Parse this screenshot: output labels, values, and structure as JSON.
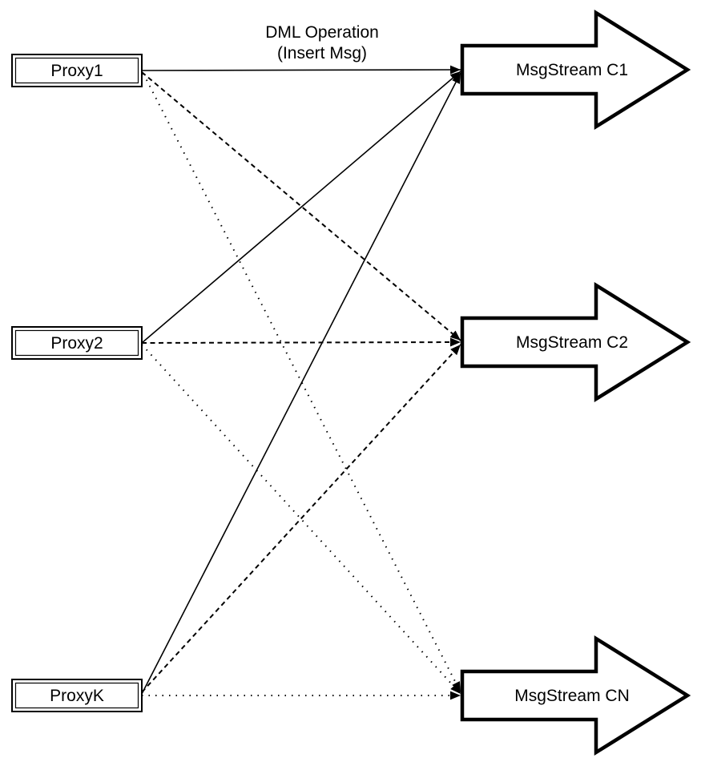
{
  "diagram": {
    "title": {
      "line1": "DML Operation",
      "line2": "(Insert Msg)"
    },
    "proxies": [
      {
        "id": "proxy1",
        "label": "Proxy1"
      },
      {
        "id": "proxy2",
        "label": "Proxy2"
      },
      {
        "id": "proxyk",
        "label": "ProxyK"
      }
    ],
    "streams": [
      {
        "id": "msgstream-c1",
        "label": "MsgStream C1",
        "shape": "block-arrow-right"
      },
      {
        "id": "msgstream-c2",
        "label": "MsgStream C2",
        "shape": "block-arrow-right"
      },
      {
        "id": "msgstream-cn",
        "label": "MsgStream CN",
        "shape": "block-arrow-right"
      }
    ],
    "connections": [
      {
        "from": "Proxy1",
        "to": "MsgStream C1",
        "style": "solid",
        "arrowhead": true
      },
      {
        "from": "Proxy2",
        "to": "MsgStream C1",
        "style": "solid",
        "arrowhead": true
      },
      {
        "from": "ProxyK",
        "to": "MsgStream C1",
        "style": "solid",
        "arrowhead": true
      },
      {
        "from": "Proxy1",
        "to": "MsgStream C2",
        "style": "dashed",
        "arrowhead": true
      },
      {
        "from": "Proxy2",
        "to": "MsgStream C2",
        "style": "dashed",
        "arrowhead": true
      },
      {
        "from": "ProxyK",
        "to": "MsgStream C2",
        "style": "dashed",
        "arrowhead": true
      },
      {
        "from": "Proxy1",
        "to": "MsgStream CN",
        "style": "dotted",
        "arrowhead": true
      },
      {
        "from": "Proxy2",
        "to": "MsgStream CN",
        "style": "dotted",
        "arrowhead": true
      },
      {
        "from": "ProxyK",
        "to": "MsgStream CN",
        "style": "dotted",
        "arrowhead": true
      }
    ],
    "colors": {
      "stroke": "#000000",
      "fill": "#ffffff",
      "background": "#ffffff"
    }
  }
}
